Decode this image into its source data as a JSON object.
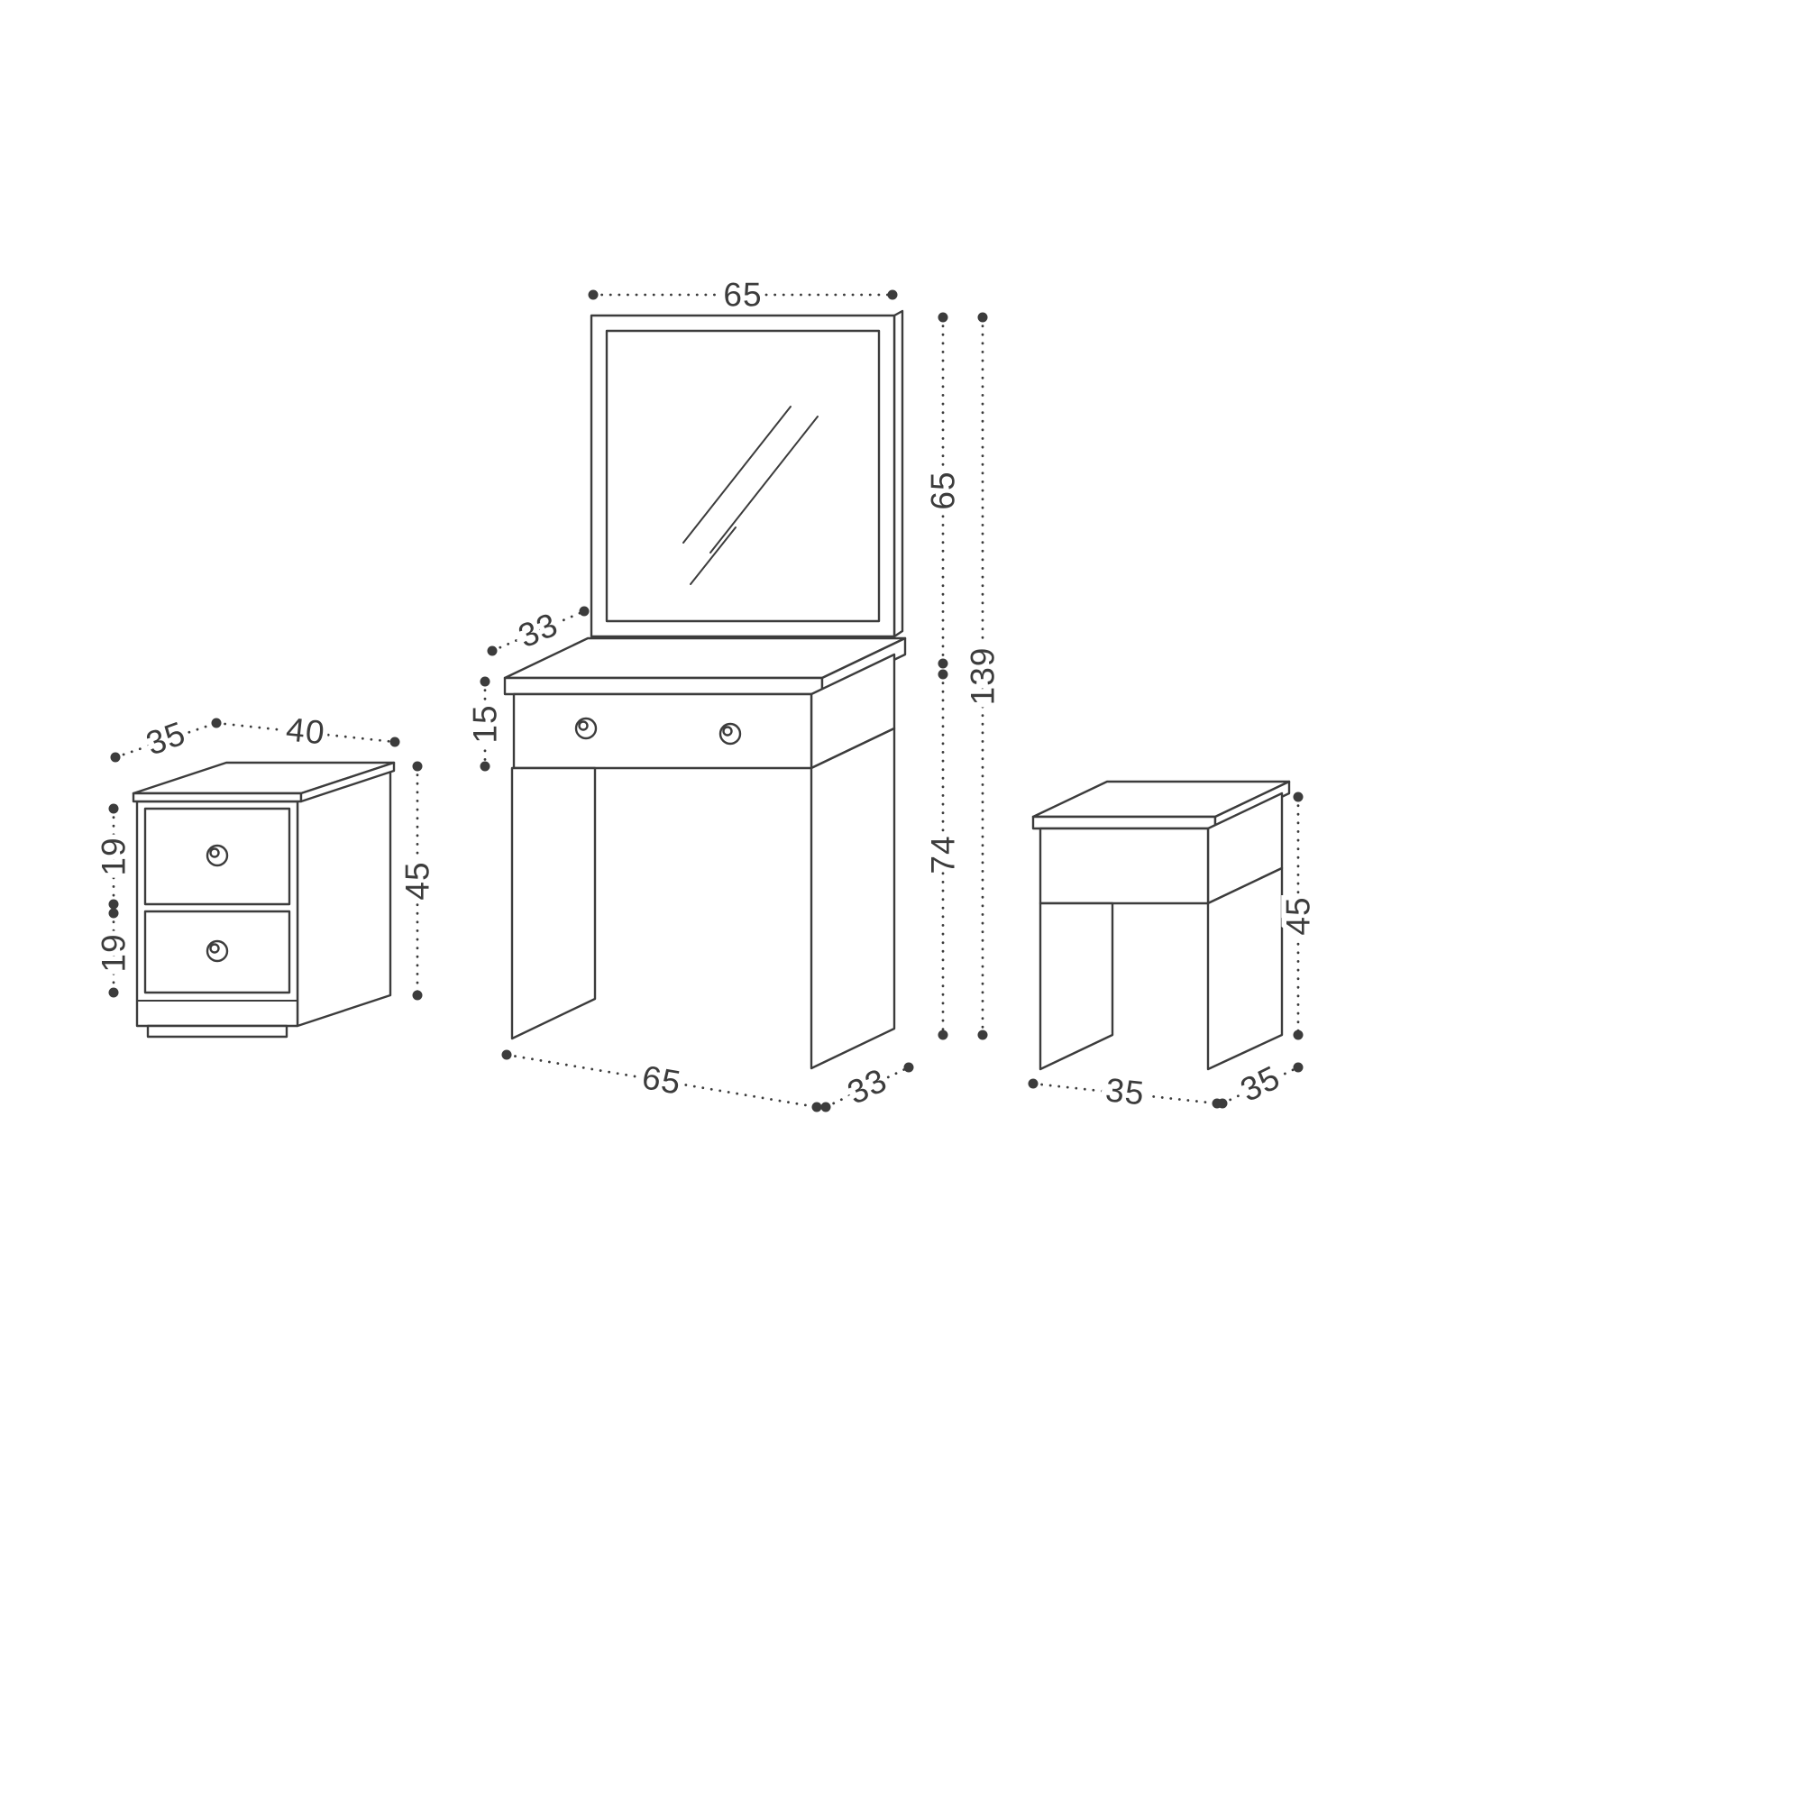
{
  "canvas": {
    "background": "#ffffff",
    "line_color": "#3c3c3c",
    "text_color": "#3c3c3c",
    "description": "Technical dimension drawing of a three-piece furniture set: nightstand, dressing table with mirror, and stool"
  },
  "pieces": {
    "nightstand": {
      "name": "nightstand-with-two-drawers",
      "dims": {
        "depth": "35",
        "width": "40",
        "top_drawer_height": "19",
        "bottom_drawer_height": "19",
        "height": "45"
      }
    },
    "dressing_table": {
      "name": "dressing-table-with-mirror",
      "dims": {
        "mirror_width": "65",
        "mirror_height": "65",
        "total_height": "139",
        "top_depth": "33",
        "drawer_front_height": "15",
        "table_height": "74",
        "width": "65",
        "depth": "33"
      }
    },
    "stool": {
      "name": "stool",
      "dims": {
        "height": "45",
        "width": "35",
        "depth": "35"
      }
    }
  }
}
